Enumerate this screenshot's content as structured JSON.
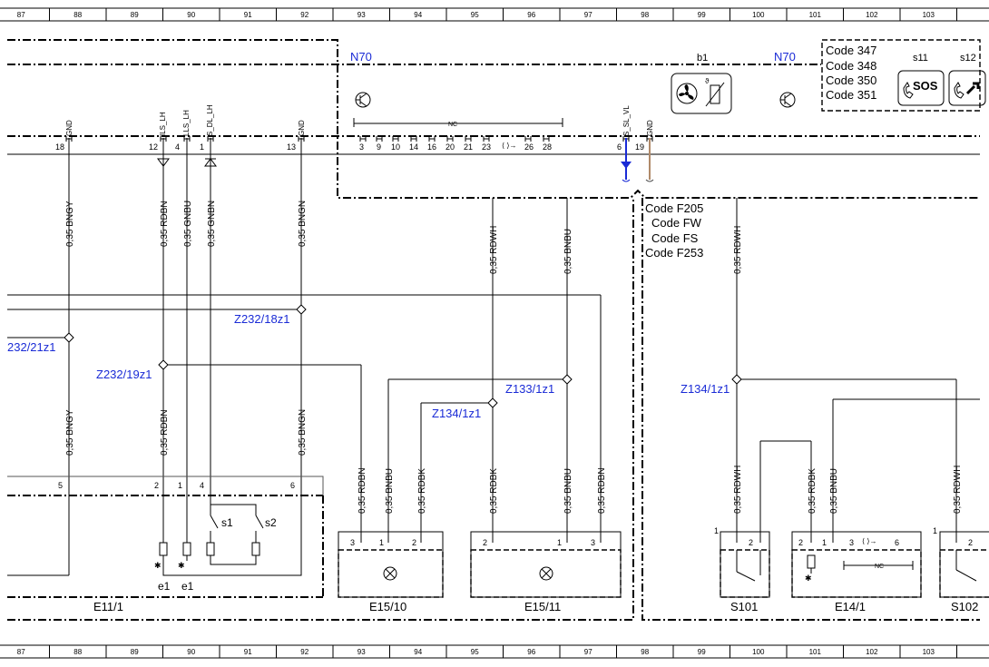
{
  "grid": {
    "columns": [
      "87",
      "88",
      "89",
      "90",
      "91",
      "92",
      "93",
      "94",
      "95",
      "96",
      "97",
      "98",
      "99",
      "100",
      "101",
      "102",
      "103"
    ]
  },
  "modules": {
    "n70_left": "N70",
    "n70_right": "N70",
    "b1": "b1",
    "s11": "s11",
    "s12": "s12",
    "sos": "SOS",
    "nc": "NC"
  },
  "codes_top": [
    "Code 347",
    "Code 348",
    "Code 350",
    "Code 351"
  ],
  "codes_mid": [
    "Code F205",
    "Code FW",
    "Code FS",
    "Code F253"
  ],
  "connector_pins": {
    "p18": "18",
    "p12": "12",
    "p4": "4",
    "p1": "1",
    "p13": "13",
    "n70_pins": [
      "3",
      "9",
      "10",
      "14",
      "16",
      "20",
      "21",
      "23",
      "26",
      "28"
    ],
    "p6": "6",
    "p19": "19"
  },
  "signals": {
    "gnd1": "GND",
    "ils": "ILS_LH",
    "lls": "LLS_LH",
    "sdl": "S_DL_LH",
    "gnd2": "GND",
    "ssl": "S_SL_VL",
    "gnd3": "GND"
  },
  "wires": {
    "w1": "0,35 BNGY",
    "w2": "0,35 RDBN",
    "w3": "0,35 GNBU",
    "w4": "0,35 GNBN",
    "w5": "0,35 BNGN",
    "w6": "0,35 RDWH",
    "w7": "0,35 BNBU",
    "w8": "0,35 RDWH",
    "w9": "0,35 BNGY",
    "w10": "0,35 RDBN",
    "w11": "0,35 BNGN",
    "w12": "0,35 RDBN",
    "w13": "0,35 BNBU",
    "w14": "0,35 RDBK",
    "w15": "0,35 RDBK",
    "w16": "0,35 BNBU",
    "w17": "0,35 RDBN",
    "w18": "0,35 RDWH",
    "w19": "0,35 RDBK",
    "w20": "0,35 BNBU",
    "w21": "0,35 RDWH"
  },
  "splices": {
    "z18": "Z232/18z1",
    "z21": "232/21z1",
    "z19": "Z232/19z1",
    "z133": "Z133/1z1",
    "z134a": "Z134/1z1",
    "z134b": "Z134/1z1"
  },
  "components": {
    "e11": "E11/1",
    "e15_10": "E15/10",
    "e15_11": "E15/11",
    "s101": "S101",
    "e14": "E14/1",
    "s102": "S102",
    "e1a": "e1",
    "e1b": "e1",
    "s1": "s1",
    "s2": "s2"
  },
  "bottom_pins": {
    "e11": [
      "5",
      "2",
      "1",
      "4",
      "6"
    ],
    "e15_10": [
      "3",
      "1",
      "2"
    ],
    "e15_11": [
      "2",
      "1",
      "3"
    ],
    "s101": [
      "1",
      "2"
    ],
    "e14": [
      "2",
      "1",
      "3",
      "6"
    ],
    "s102": [
      "1",
      "2"
    ]
  }
}
